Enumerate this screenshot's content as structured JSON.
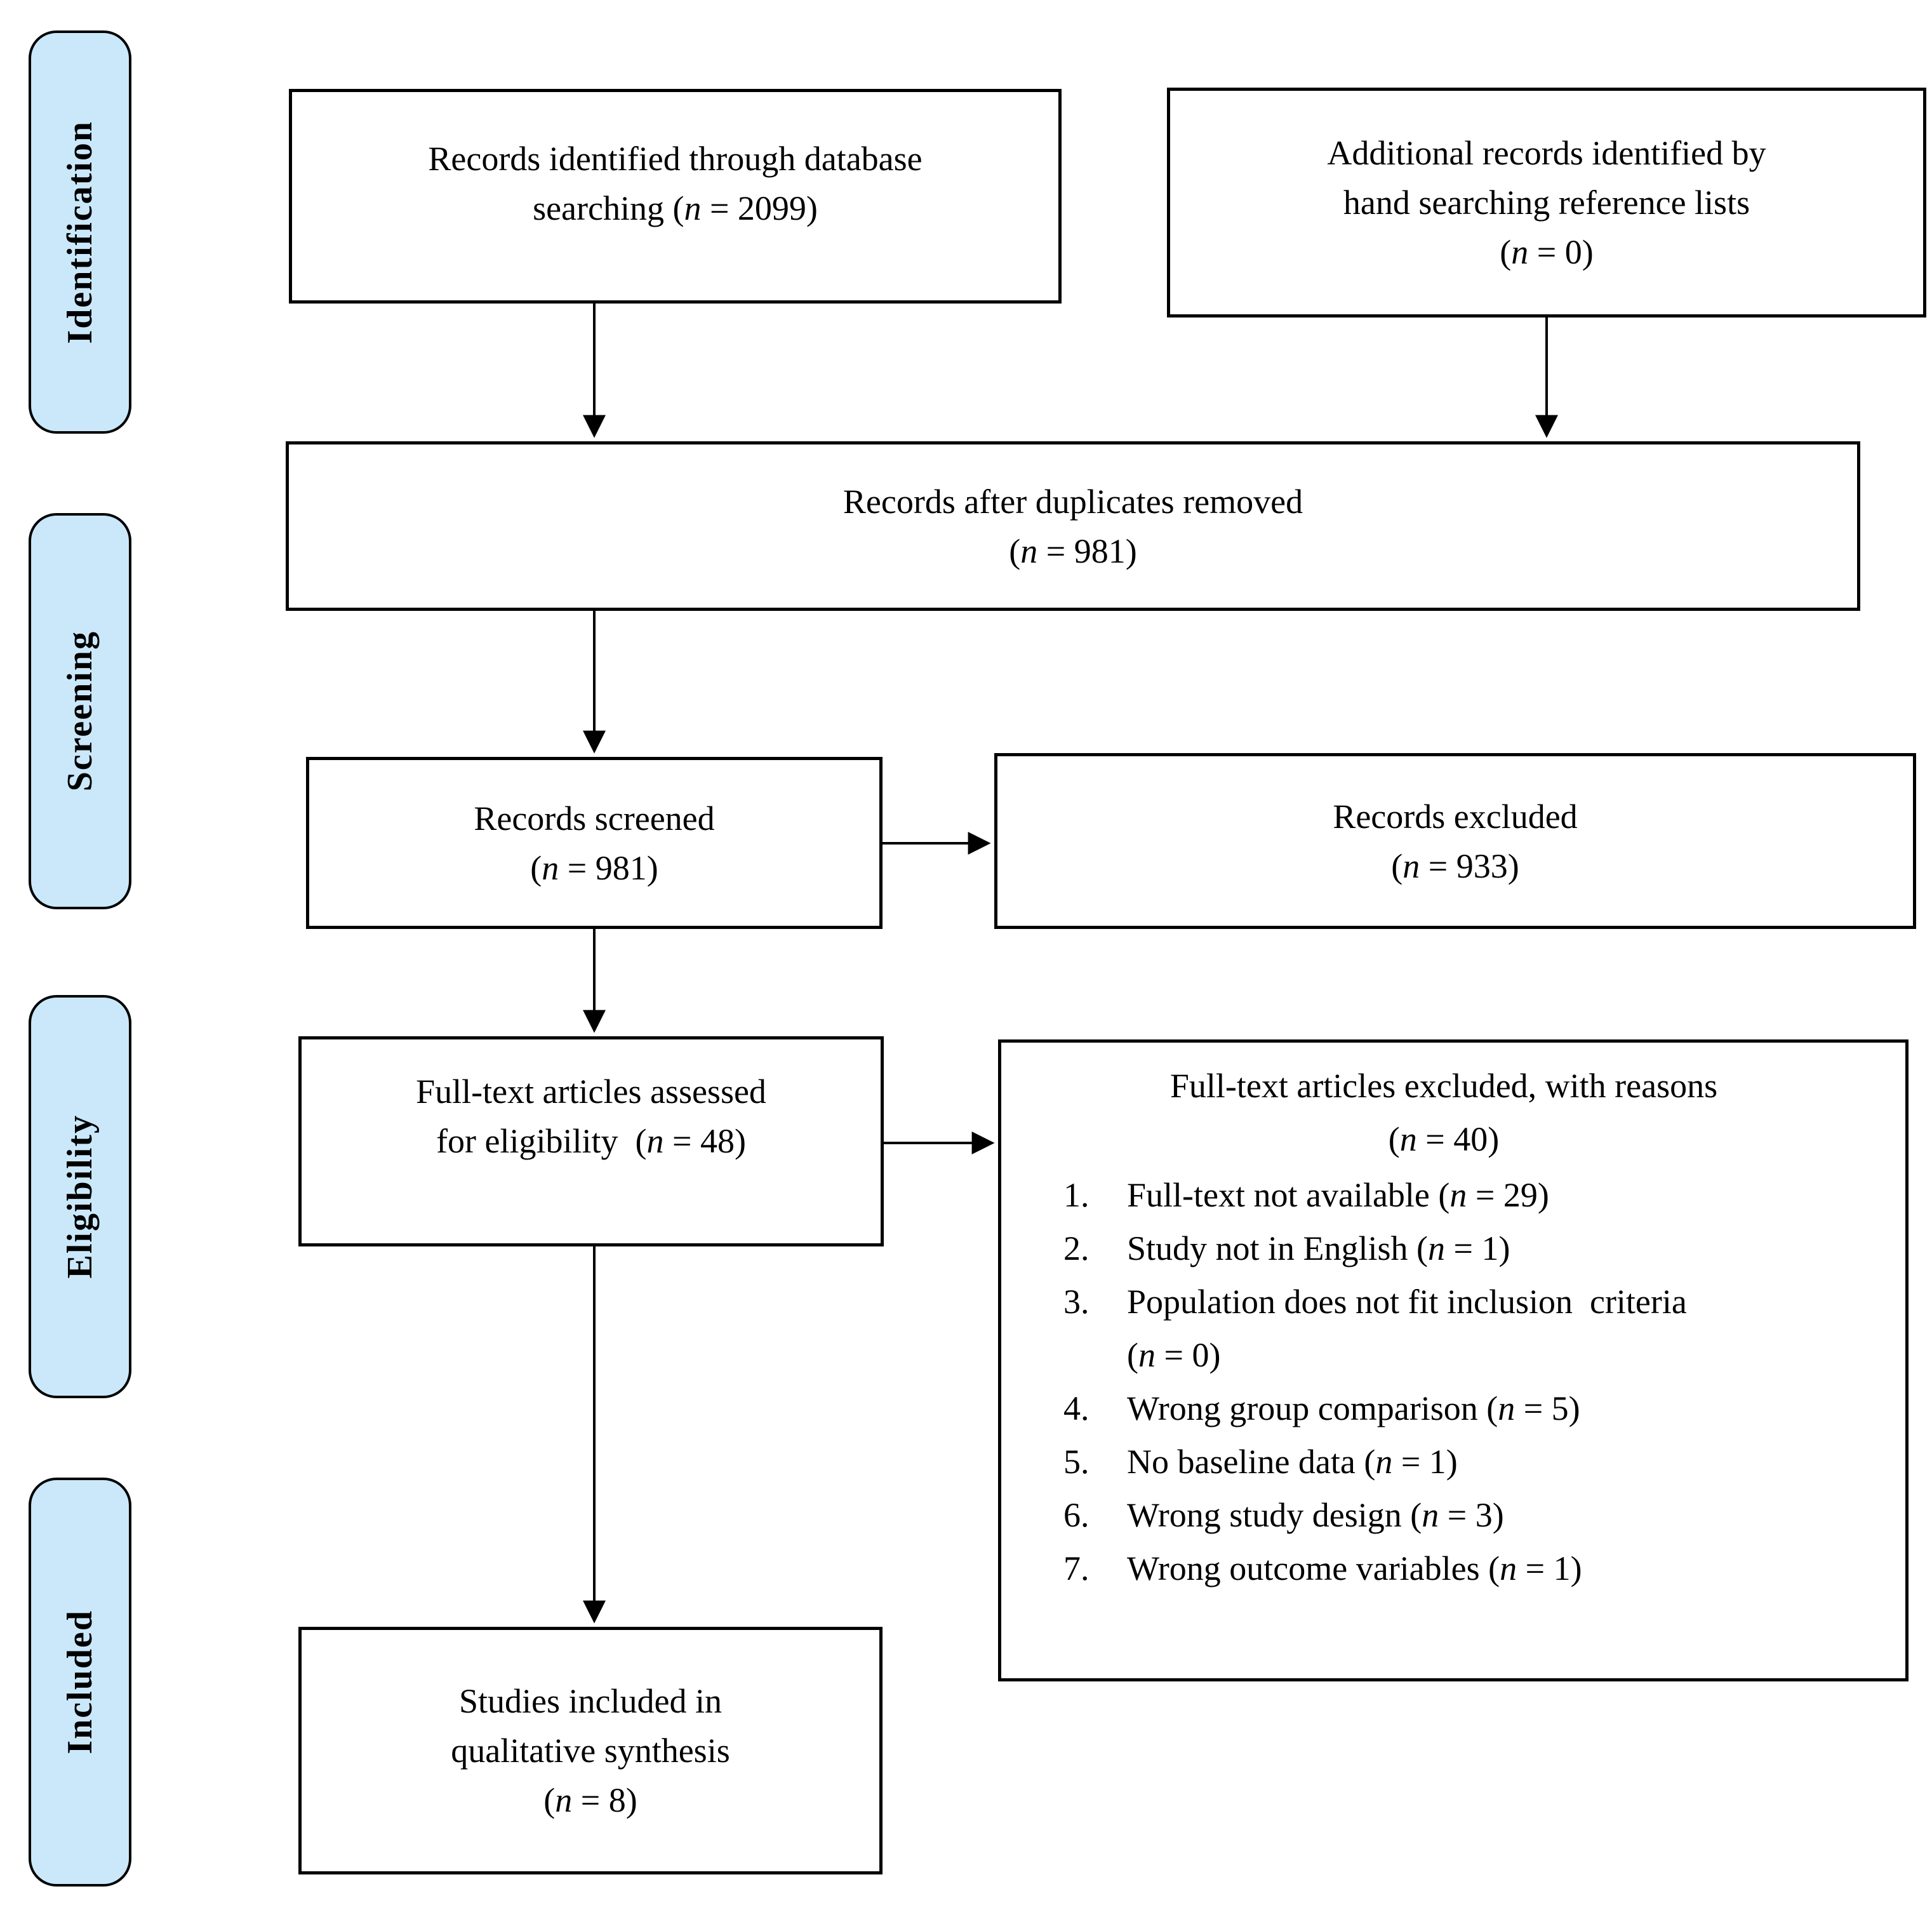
{
  "diagram": {
    "type": "prisma-flow",
    "colors": {
      "stage_fill": "#CAE8FA",
      "box_border": "#000000",
      "arrow": "#000000"
    },
    "stages": [
      {
        "label": "Identification"
      },
      {
        "label": "Screening"
      },
      {
        "label": "Eligibility"
      },
      {
        "label": "Included"
      }
    ],
    "boxes": {
      "db_search": {
        "lines": [
          "Records identified through database",
          "searching (*n* = 2099)"
        ]
      },
      "hand_search": {
        "lines": [
          "Additional records identified by",
          "hand searching reference lists",
          "(*n* = 0)"
        ]
      },
      "duplicates_removed": {
        "lines": [
          "Records after duplicates removed",
          "(*n* = 981)"
        ]
      },
      "screened": {
        "lines": [
          "Records screened",
          "(*n* = 981)"
        ]
      },
      "excluded": {
        "lines": [
          "Records excluded",
          "(*n* = 933)"
        ]
      },
      "fulltext_assessed": {
        "lines": [
          "Full-text articles assessed",
          "for eligibility  (*n* = 48)"
        ]
      },
      "fulltext_excluded": {
        "title_lines": [
          "Full-text articles excluded, with reasons",
          "(*n* = 40)"
        ],
        "reasons": [
          {
            "num": "1.",
            "lines": [
              "Full-text not available (*n* = 29)"
            ]
          },
          {
            "num": "2.",
            "lines": [
              "Study not in English (*n* = 1)"
            ]
          },
          {
            "num": "3.",
            "lines": [
              "Population does not fit inclusion  criteria",
              "(*n* = 0)"
            ]
          },
          {
            "num": "4.",
            "lines": [
              "Wrong group comparison (*n* = 5)"
            ]
          },
          {
            "num": "5.",
            "lines": [
              "No baseline data (*n* = 1)"
            ]
          },
          {
            "num": "6.",
            "lines": [
              "Wrong study design (*n* = 3)"
            ]
          },
          {
            "num": "7.",
            "lines": [
              "Wrong outcome variables (*n* = 1)"
            ]
          }
        ]
      },
      "included_qualitative": {
        "lines": [
          "Studies included in",
          "qualitative synthesis",
          "(*n* = 8)"
        ]
      }
    }
  }
}
